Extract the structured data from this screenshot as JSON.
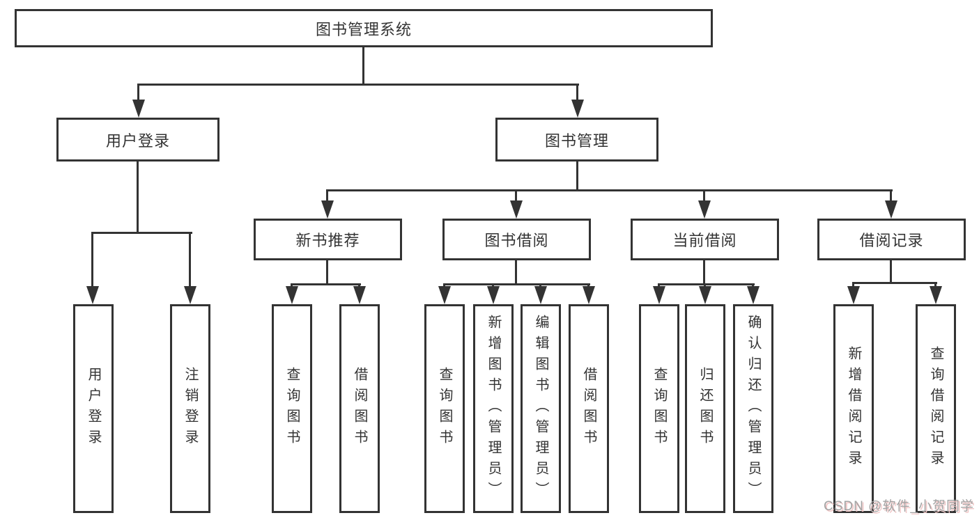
{
  "diagram": {
    "root": {
      "label": "图书管理系统"
    },
    "level2": {
      "user_login": "用户登录",
      "book_management": "图书管理"
    },
    "level3": {
      "new_book_recommend": "新书推荐",
      "book_borrow": "图书借阅",
      "current_borrow": "当前借阅",
      "borrow_record": "借阅记录"
    },
    "leaves": {
      "user_login": [
        "用户登录",
        "注销登录"
      ],
      "new_book_recommend": [
        "查询图书",
        "借阅图书"
      ],
      "book_borrow": [
        "查询图书",
        "新增图书（管理员）",
        "编辑图书（管理员）",
        "借阅图书"
      ],
      "current_borrow": [
        "查询图书",
        "归还图书",
        "确认归还（管理员）"
      ],
      "borrow_record": [
        "新增借阅记录",
        "查询借阅记录"
      ]
    },
    "watermark": "CSDN @软件_小贺同学",
    "colors": {
      "line": "#333333",
      "text": "#333333",
      "background": "#ffffff",
      "watermark_text": "#a3a3a3",
      "watermark_shadow": "#f0c6c6"
    }
  }
}
